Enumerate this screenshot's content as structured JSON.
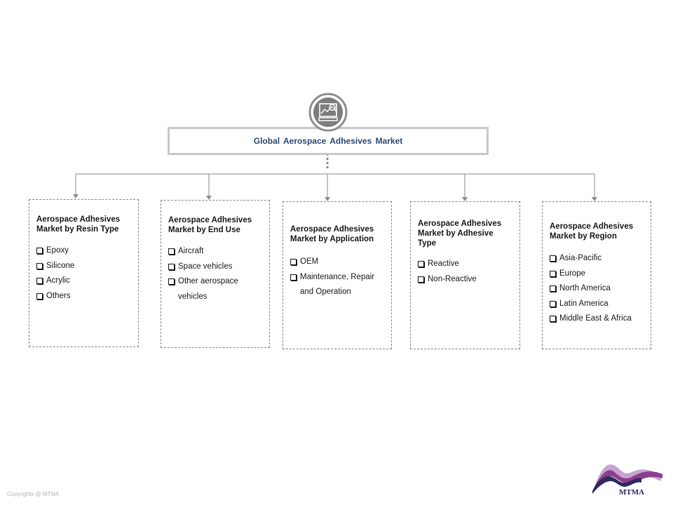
{
  "root": {
    "title": "Global  Aerospace Adhesives Market",
    "icon": "market-analysis-icon"
  },
  "segments": [
    {
      "title_line1": "Aerospace Adhesives",
      "title_line2": "Market by Resin Type",
      "title_line3": "",
      "items": [
        {
          "label": "Epoxy",
          "label_cont": ""
        },
        {
          "label": "Silicone",
          "label_cont": ""
        },
        {
          "label": "Acrylic",
          "label_cont": ""
        },
        {
          "label": "Others",
          "label_cont": ""
        }
      ]
    },
    {
      "title_line1": "Aerospace Adhesives",
      "title_line2": "Market by End  Use",
      "title_line3": "",
      "items": [
        {
          "label": "Aircraft",
          "label_cont": ""
        },
        {
          "label": "Space vehicles",
          "label_cont": ""
        },
        {
          "label": "Other aerospace",
          "label_cont": "vehicles"
        }
      ]
    },
    {
      "title_line1": "Aerospace Adhesives",
      "title_line2": "Market by Application",
      "title_line3": "",
      "items": [
        {
          "label": "OEM",
          "label_cont": ""
        },
        {
          "label": "Maintenance, Repair",
          "label_cont": "and Operation"
        }
      ]
    },
    {
      "title_line1": "Aerospace Adhesives",
      "title_line2": "Market by Adhesive",
      "title_line3": "Type",
      "items": [
        {
          "label": "Reactive",
          "label_cont": ""
        },
        {
          "label": "Non-Reactive",
          "label_cont": ""
        }
      ]
    },
    {
      "title_line1": "Aerospace Adhesives",
      "title_line2": "Market by Region",
      "title_line3": "",
      "items": [
        {
          "label": "Asia-Pacific",
          "label_cont": ""
        },
        {
          "label": "Europe",
          "label_cont": ""
        },
        {
          "label": "North America",
          "label_cont": ""
        },
        {
          "label": "Latin America",
          "label_cont": ""
        },
        {
          "label": "Middle East & Africa",
          "label_cont": ""
        }
      ]
    }
  ],
  "footer": {
    "copyright": "Copyrights  @ MTMA",
    "logo_text": "MTMA",
    "logo_colors": [
      "#2f2a5e",
      "#8d3f8f",
      "#c7a2cf"
    ]
  },
  "colors": {
    "root_title": "#2e4a75",
    "connector": "#8c8c8c",
    "root_border": "#c8c8c8",
    "box_border": "#8a8a8a"
  }
}
